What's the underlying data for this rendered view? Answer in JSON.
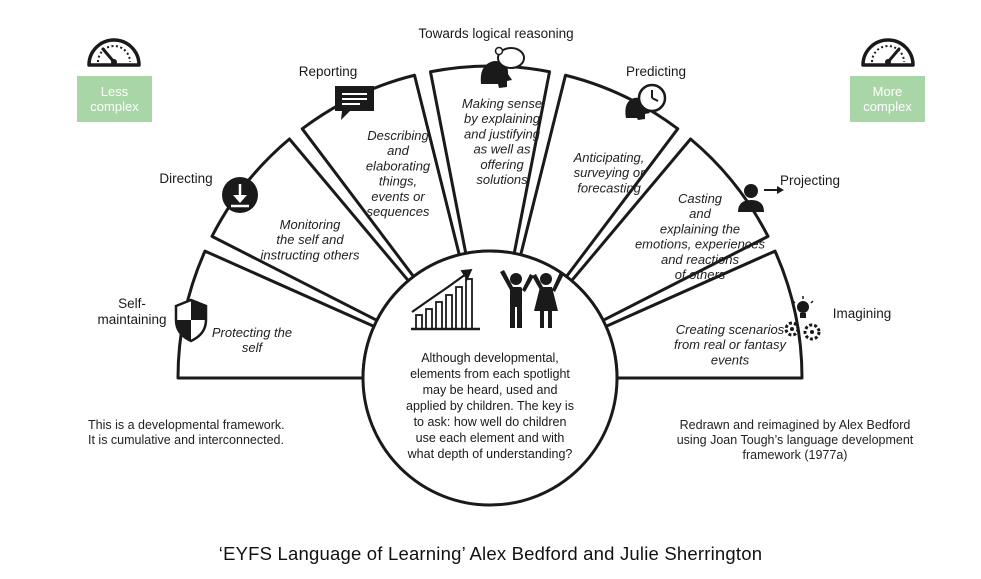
{
  "center_text": "Although developmental,\nelements from each spotlight\nmay be heard, used and\napplied by children. The key is\nto ask: how well do children\nuse each element and with\nwhat depth of understanding?",
  "segments": [
    {
      "label": "Self-\nmaintaining",
      "description": "Protecting the\nself",
      "icon": "shield-icon"
    },
    {
      "label": "Directing",
      "description": "Monitoring\nthe self and\ninstructing others",
      "icon": "download-arrow-icon"
    },
    {
      "label": "Reporting",
      "description": "Describing\nand\nelaborating\nthings,\nevents or\nsequences",
      "icon": "speech-bubble-icon"
    },
    {
      "label": "Towards logical reasoning",
      "description": "Making sense\nby explaining\nand justifying\nas well as\noffering\nsolutions",
      "icon": "thinking-head-icon"
    },
    {
      "label": "Predicting",
      "description": "Anticipating,\nsurveying or\nforecasting",
      "icon": "head-clock-icon"
    },
    {
      "label": "Projecting",
      "description": "Casting\nand\nexplaining the\nemotions, experiences\nand reactions\nof others",
      "icon": "person-arrow-icon"
    },
    {
      "label": "Imagining",
      "description": "Creating scenarios\nfrom real or fantasy\nevents",
      "icon": "lightbulb-gears-icon"
    }
  ],
  "complexity": {
    "less": "Less\ncomplex",
    "more": "More\ncomplex",
    "color": "#a9d6a6"
  },
  "notes": {
    "left": "This is a developmental framework.\nIt is cumulative and interconnected.",
    "right": "Redrawn and reimagined by Alex Bedford\nusing Joan Tough’s language development\nframework (1977a)"
  },
  "caption": "‘EYFS Language of Learning’ Alex Bedford and Julie Sherrington"
}
